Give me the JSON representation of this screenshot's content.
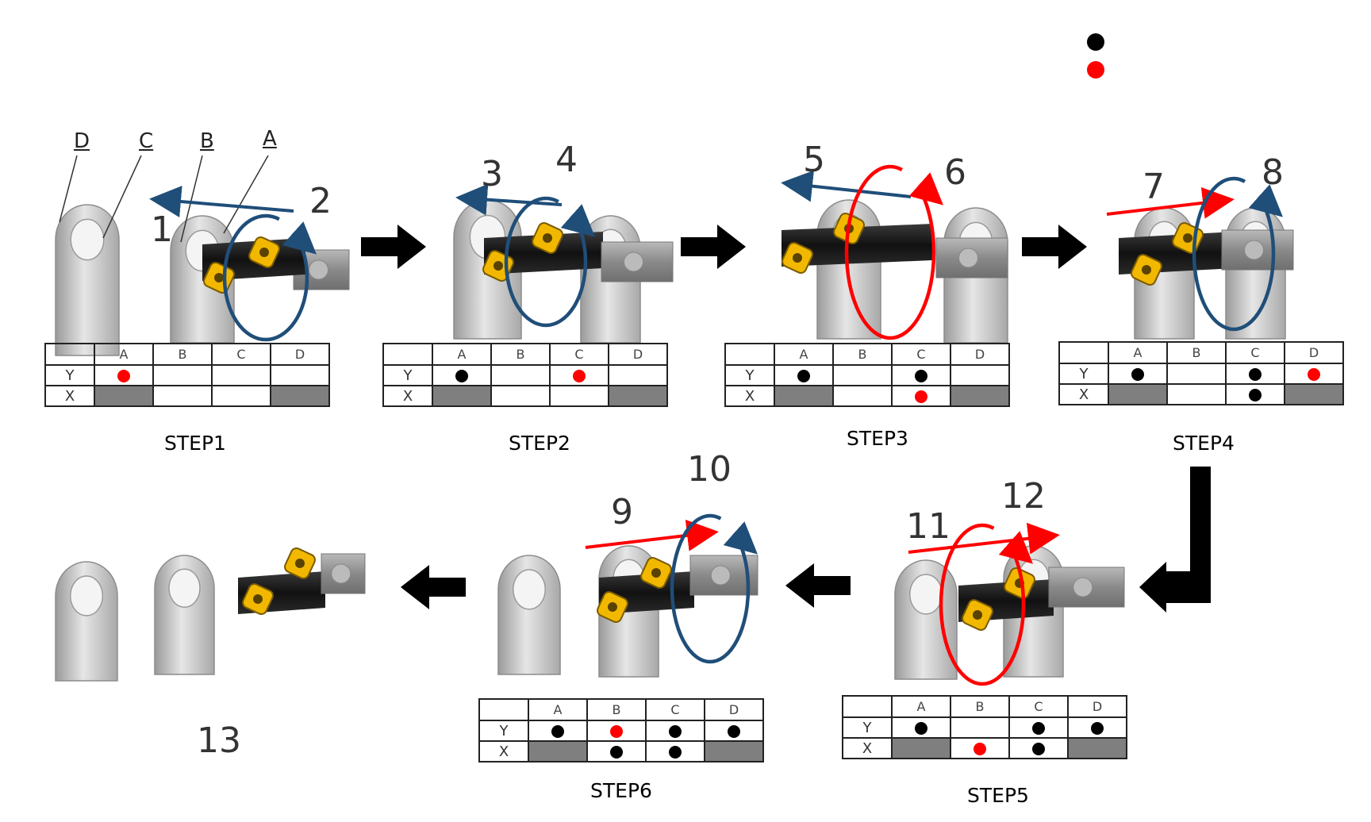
{
  "colors": {
    "black_dot": "#000000",
    "red_dot": "#ff0000",
    "blue_arrow": "#1f4e79",
    "red_arrow": "#ff0000",
    "shade": "#7f7f7f",
    "insert": "#f2b800",
    "part": "#c8c8c8"
  },
  "legend": [
    {
      "color": "#000000",
      "text": ""
    },
    {
      "color": "#ff0000",
      "text": ""
    }
  ],
  "part_labels": [
    "D",
    "C",
    "B",
    "A"
  ],
  "motion_numbers": [
    "1",
    "2",
    "3",
    "4",
    "5",
    "6",
    "7",
    "8",
    "9",
    "10",
    "11",
    "12",
    "13"
  ],
  "steps": [
    {
      "label": "STEP1",
      "columns": [
        "A",
        "B",
        "C",
        "D"
      ],
      "rows": [
        {
          "axis": "Y",
          "cells": [
            "red",
            "",
            "",
            ""
          ]
        },
        {
          "axis": "X",
          "cells": [
            "shade",
            "",
            "",
            "shade"
          ]
        }
      ]
    },
    {
      "label": "STEP2",
      "columns": [
        "A",
        "B",
        "C",
        "D"
      ],
      "rows": [
        {
          "axis": "Y",
          "cells": [
            "black",
            "",
            "red",
            ""
          ]
        },
        {
          "axis": "X",
          "cells": [
            "shade",
            "",
            "",
            "shade"
          ]
        }
      ]
    },
    {
      "label": "STEP3",
      "columns": [
        "A",
        "B",
        "C",
        "D"
      ],
      "rows": [
        {
          "axis": "Y",
          "cells": [
            "black",
            "",
            "black",
            ""
          ]
        },
        {
          "axis": "X",
          "cells": [
            "shade",
            "",
            "red",
            "shade"
          ]
        }
      ]
    },
    {
      "label": "STEP4",
      "columns": [
        "A",
        "B",
        "C",
        "D"
      ],
      "rows": [
        {
          "axis": "Y",
          "cells": [
            "black",
            "",
            "black",
            "red"
          ]
        },
        {
          "axis": "X",
          "cells": [
            "shade",
            "",
            "black",
            "shade"
          ]
        }
      ]
    },
    {
      "label": "STEP5",
      "columns": [
        "A",
        "B",
        "C",
        "D"
      ],
      "rows": [
        {
          "axis": "Y",
          "cells": [
            "black",
            "",
            "black",
            "black"
          ]
        },
        {
          "axis": "X",
          "cells": [
            "shade",
            "red",
            "black",
            "shade"
          ]
        }
      ]
    },
    {
      "label": "STEP6",
      "columns": [
        "A",
        "B",
        "C",
        "D"
      ],
      "rows": [
        {
          "axis": "Y",
          "cells": [
            "black",
            "red",
            "black",
            "black"
          ]
        },
        {
          "axis": "X",
          "cells": [
            "shade",
            "black",
            "black",
            "shade"
          ]
        }
      ]
    }
  ]
}
